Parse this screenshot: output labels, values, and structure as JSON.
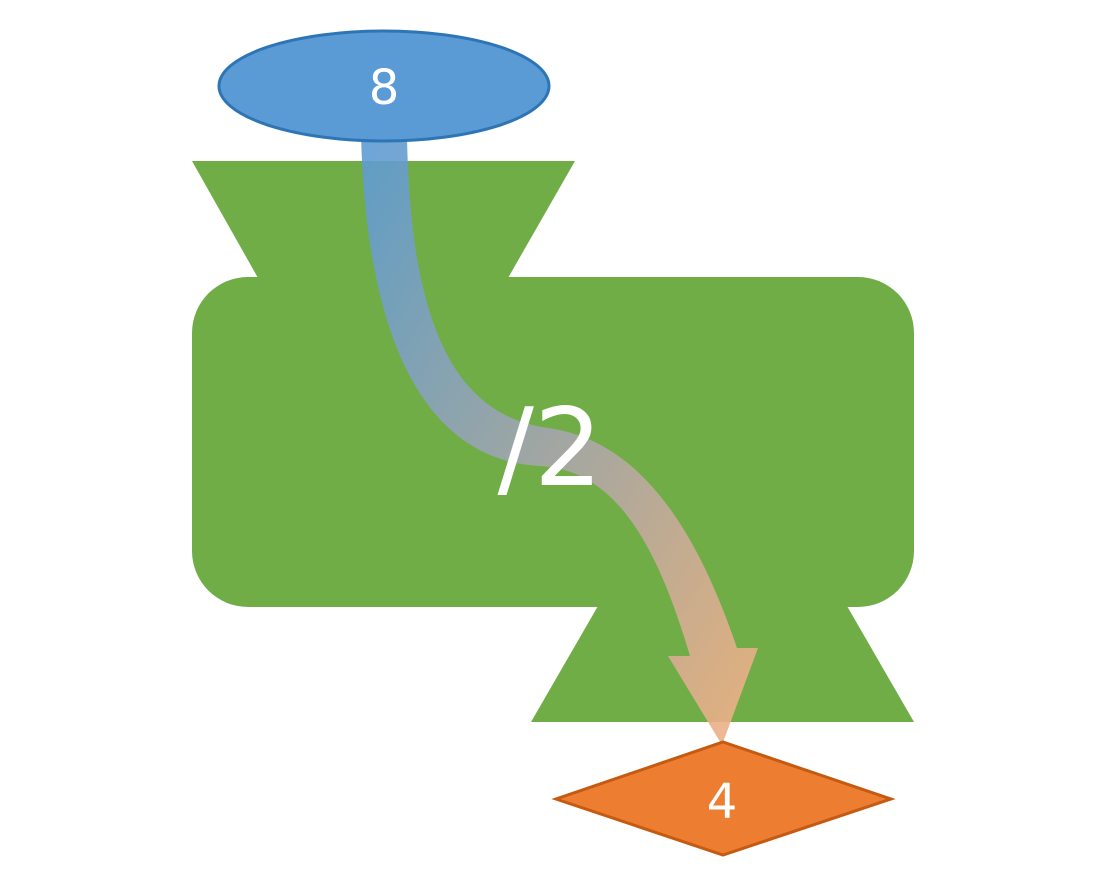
{
  "input_value": "8",
  "operation_label": "/2",
  "output_value": "4",
  "colors": {
    "machine": "#70AD47",
    "input_fill": "#5B9BD5",
    "input_stroke": "#2E75B6",
    "output_fill": "#ED7D31",
    "output_stroke": "#C55A11",
    "arrow_start": "#5B9BD5",
    "arrow_end": "#F4B183",
    "text": "#FFFFFF"
  }
}
